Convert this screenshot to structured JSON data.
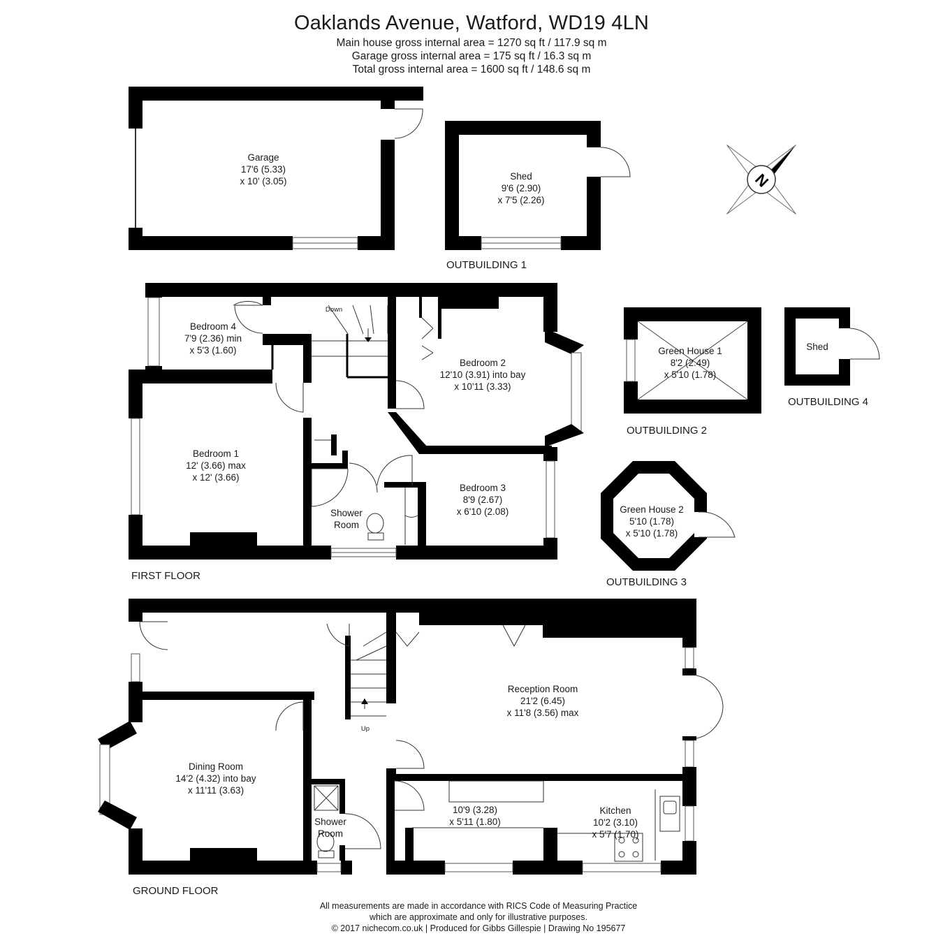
{
  "header": {
    "title": "Oaklands Avenue, Watford, WD19 4LN",
    "lines": [
      "Main house gross internal area =  1270 sq ft / 117.9 sq m",
      "Garage gross internal area = 175 sq ft / 16.3 sq m",
      "Total gross internal area = 1600 sq ft / 148.6 sq m"
    ]
  },
  "compass": {
    "letter": "N"
  },
  "sections": {
    "outbuilding1": "OUTBUILDING 1",
    "outbuilding2": "OUTBUILDING 2",
    "outbuilding3": "OUTBUILDING 3",
    "outbuilding4": "OUTBUILDING 4",
    "first_floor": "FIRST FLOOR",
    "ground_floor": "GROUND FLOOR"
  },
  "rooms": {
    "garage": [
      "Garage",
      "17'6 (5.33)",
      "x 10' (3.05)"
    ],
    "shed1": [
      "Shed",
      "9'6 (2.90)",
      "x 7'5 (2.26)"
    ],
    "greenhouse1": [
      "Green House 1",
      "8'2 (2.49)",
      "x 5'10 (1.78)"
    ],
    "shed4": [
      "Shed"
    ],
    "greenhouse2": [
      "Green House 2",
      "5'10 (1.78)",
      "x 5'10 (1.78)"
    ],
    "bedroom4": [
      "Bedroom 4",
      "7'9 (2.36) min",
      "x 5'3 (1.60)"
    ],
    "bedroom2": [
      "Bedroom 2",
      "12'10 (3.91) into bay",
      "x 10'11 (3.33)"
    ],
    "bedroom1": [
      "Bedroom 1",
      "12' (3.66) max",
      "x 12' (3.66)"
    ],
    "bedroom3": [
      "Bedroom 3",
      "8'9 (2.67)",
      "x 6'10 (2.08)"
    ],
    "shower_first": [
      "Shower",
      "Room"
    ],
    "reception": [
      "Reception Room",
      "21'2 (6.45)",
      "x 11'8 (3.56) max"
    ],
    "dining": [
      "Dining Room",
      "14'2 (4.32) into bay",
      "x 11'11 (3.63)"
    ],
    "shower_ground": [
      "Shower",
      "Room"
    ],
    "kitchen_left": [
      "10'9 (3.28)",
      "x 5'11 (1.80)"
    ],
    "kitchen": [
      "Kitchen",
      "10'2 (3.10)",
      "x 5'7 (1.70)"
    ]
  },
  "stairs": {
    "down": "Down",
    "up": "Up"
  },
  "footer": {
    "lines": [
      "All measurements are made in accordance with RICS Code of Measuring Practice",
      "which are approximate and only for illustrative purposes.",
      "© 2017 nichecom.co.uk  |  Produced for Gibbs Gillespie  |  Drawing No 195677"
    ]
  }
}
